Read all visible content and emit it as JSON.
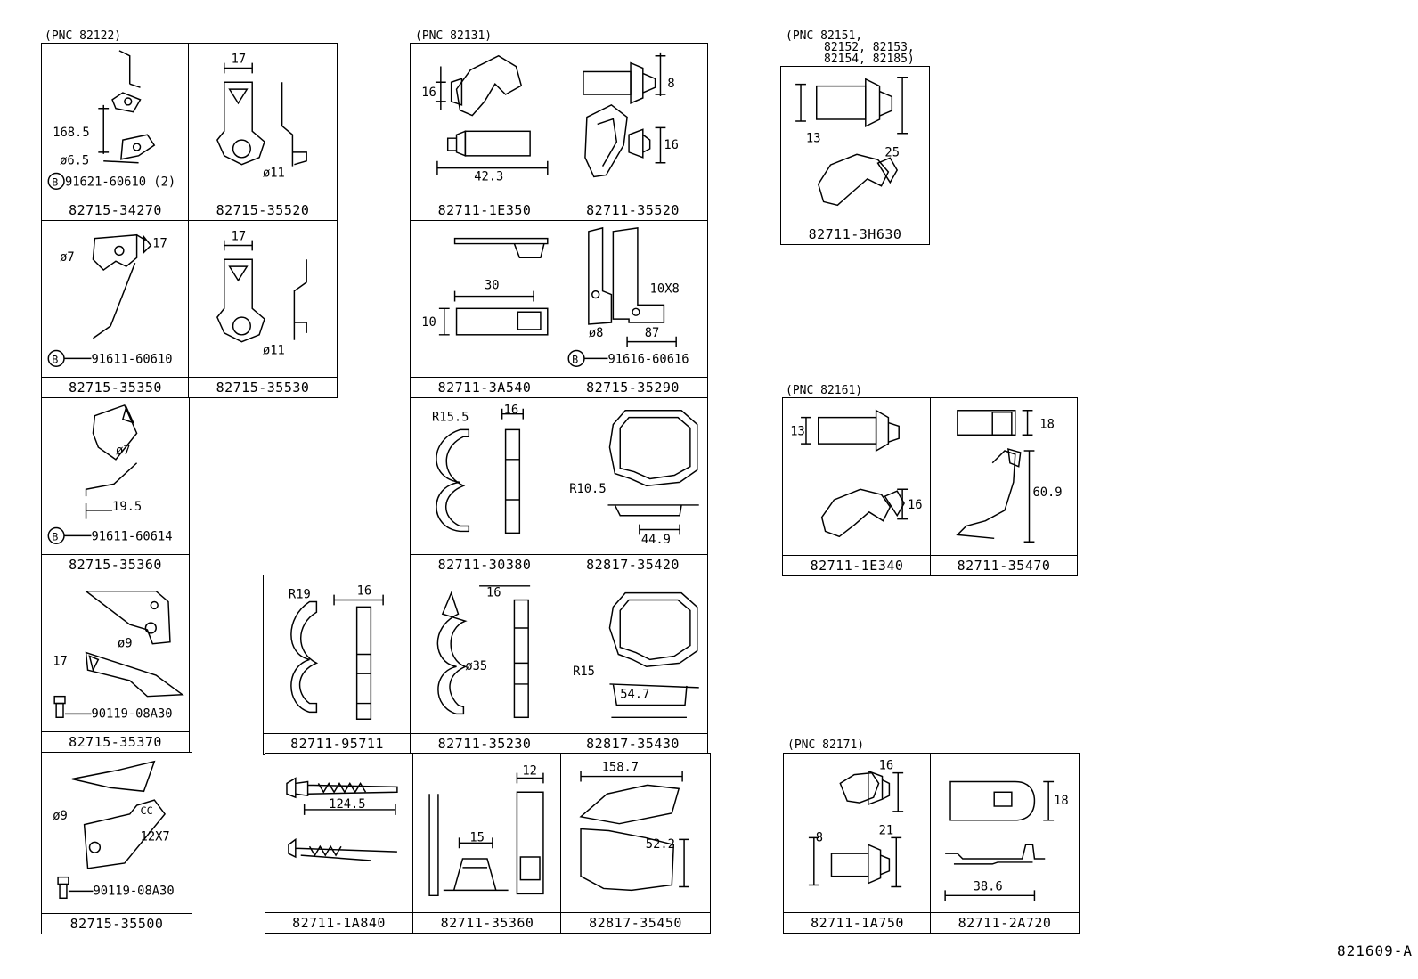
{
  "groups": {
    "g1": "(PNC 82122)",
    "g2": "(PNC 82131)",
    "g3": [
      "(PNC 82151,",
      "82152, 82153,",
      "82154, 82185)"
    ],
    "g4": "(PNC 82161)",
    "g5": "(PNC 82171)"
  },
  "figure_id": "821609-A",
  "cells": {
    "c1": {
      "pn": "82715-34270",
      "dims": [
        "168.5",
        "ø6.5"
      ],
      "ref": "91621-60610 (2)"
    },
    "c2": {
      "pn": "82715-35520",
      "dims": [
        "17",
        "ø11"
      ]
    },
    "c3": {
      "pn": "82715-35350",
      "dims": [
        "ø7",
        "17"
      ],
      "ref": "91611-60610"
    },
    "c4": {
      "pn": "82715-35530",
      "dims": [
        "17",
        "ø11"
      ]
    },
    "c5": {
      "pn": "82715-35360",
      "dims": [
        "ø7",
        "19.5"
      ],
      "ref": "91611-60614"
    },
    "c6": {
      "pn": "82715-35370",
      "dims": [
        "ø9",
        "17"
      ],
      "ref": "90119-08A30"
    },
    "c7": {
      "pn": "82715-35500",
      "dims": [
        "ø9",
        "12X7"
      ],
      "ref": "90119-08A30"
    },
    "c8": {
      "pn": "82711-1E350",
      "dims": [
        "16",
        "42.3"
      ]
    },
    "c9": {
      "pn": "82711-35520",
      "dims": [
        "8",
        "16"
      ]
    },
    "c10": {
      "pn": "82711-3A540",
      "dims": [
        "30",
        "10"
      ]
    },
    "c11": {
      "pn": "82715-35290",
      "dims": [
        "10X8",
        "ø8",
        "87"
      ],
      "ref": "91616-60616"
    },
    "c12": {
      "pn": "82711-30380",
      "dims": [
        "R15.5",
        "16"
      ]
    },
    "c13": {
      "pn": "82817-35420",
      "dims": [
        "R10.5",
        "44.9"
      ]
    },
    "c14": {
      "pn": "82711-95711",
      "dims": [
        "R19",
        "16"
      ]
    },
    "c15": {
      "pn": "82711-35230",
      "dims": [
        "16",
        "ø35"
      ]
    },
    "c16": {
      "pn": "82817-35430",
      "dims": [
        "R15",
        "54.7"
      ]
    },
    "c17": {
      "pn": "82711-1A840",
      "dims": [
        "124.5"
      ]
    },
    "c18": {
      "pn": "82711-35360",
      "dims": [
        "15",
        "12"
      ]
    },
    "c19": {
      "pn": "82817-35450",
      "dims": [
        "158.7",
        "52.2"
      ]
    },
    "c20": {
      "pn": "82711-3H630",
      "dims": [
        "13",
        "25"
      ]
    },
    "c21": {
      "pn": "82711-1E340",
      "dims": [
        "13",
        "16"
      ]
    },
    "c22": {
      "pn": "82711-35470",
      "dims": [
        "18",
        "60.9"
      ]
    },
    "c23": {
      "pn": "82711-1A750",
      "dims": [
        "16",
        "8",
        "21"
      ]
    },
    "c24": {
      "pn": "82711-2A720",
      "dims": [
        "18",
        "38.6"
      ]
    }
  }
}
